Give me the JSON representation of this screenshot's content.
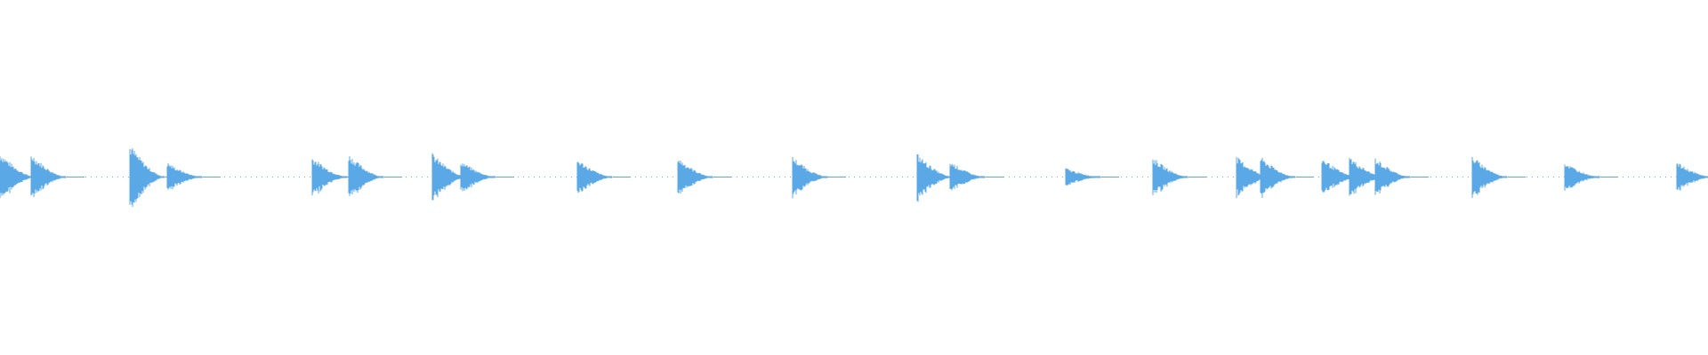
{
  "waveform": {
    "color": "#5aa9e6",
    "background": "#ffffff",
    "duration_fraction_markers": "none",
    "onsets": [
      0.0,
      0.018,
      0.076,
      0.098,
      0.183,
      0.204,
      0.253,
      0.27,
      0.338,
      0.397,
      0.464,
      0.537,
      0.556,
      0.624,
      0.675,
      0.724,
      0.738,
      0.774,
      0.79,
      0.805,
      0.862,
      0.916,
      0.982
    ],
    "peaks": [
      0.75,
      0.72,
      1.0,
      0.45,
      0.62,
      0.7,
      0.72,
      0.5,
      0.55,
      0.6,
      0.62,
      0.72,
      0.48,
      0.28,
      0.6,
      0.62,
      0.62,
      0.6,
      0.62,
      0.58,
      0.65,
      0.45,
      0.45
    ]
  }
}
